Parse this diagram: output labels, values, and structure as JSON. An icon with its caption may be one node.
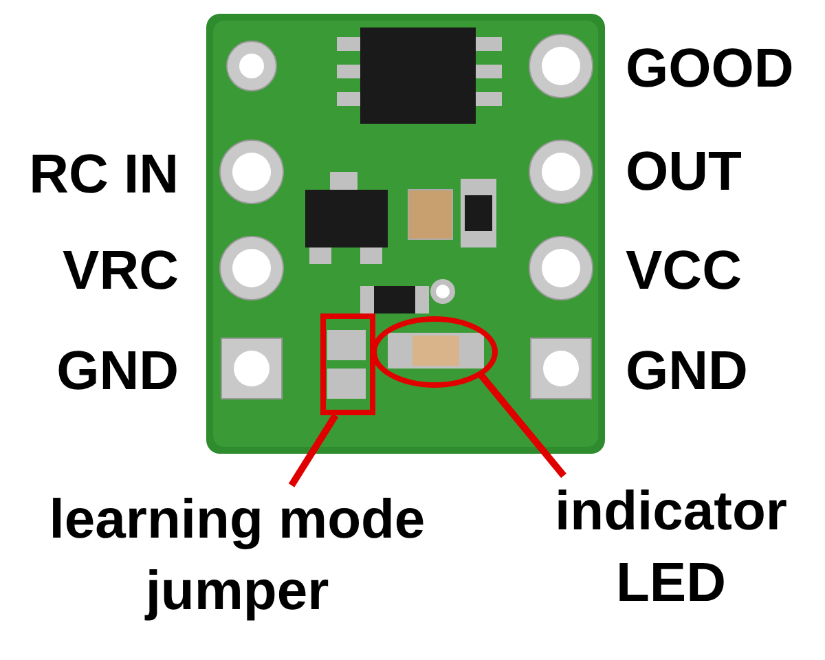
{
  "diagram": {
    "nodes": [
      {
        "text": [
          "learning mode jumper"
        ]
      },
      {
        "text": [],
        "shape": "box"
      },
      {
        "text": [
          "indicator LED"
        ]
      },
      {
        "text": [],
        "shape": "circle"
      }
    ],
    "edges": [
      {
        "from": 0,
        "to": 1,
        "arrow": "none"
      },
      {
        "from": 2,
        "to": 3,
        "arrow": "none"
      }
    ],
    "labels": [
      "GOOD",
      "RC IN",
      "OUT",
      "VRC",
      "VCC",
      "GND",
      "GND"
    ]
  }
}
